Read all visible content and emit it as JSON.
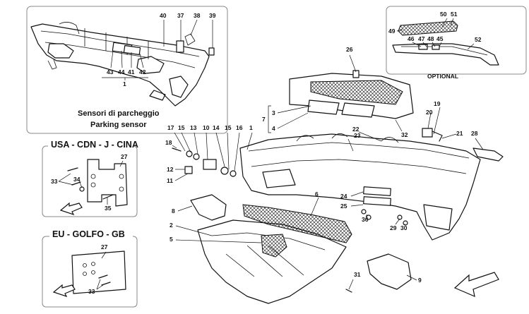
{
  "panels": {
    "parking_sensor": {
      "title_it": "Sensori di parcheggio",
      "title_en": "Parking sensor",
      "group_ref": "1"
    },
    "usa": {
      "title": "USA - CDN - J - CINA"
    },
    "eu": {
      "title": "EU - GOLFO - GB"
    },
    "optional": {
      "title": "OPTIONAL"
    }
  },
  "callouts": {
    "c1": "1",
    "c1b": "1",
    "c2": "2",
    "c3": "3",
    "c4": "4",
    "c5": "5",
    "c6": "6",
    "c7": "7",
    "c8": "8",
    "c9": "9",
    "c10": "10",
    "c11": "11",
    "c12": "12",
    "c13": "13",
    "c14": "14",
    "c15a": "15",
    "c15b": "15",
    "c16": "16",
    "c17": "17",
    "c18": "18",
    "c19": "19",
    "c20": "20",
    "c21": "21",
    "c22": "22",
    "c23": "23",
    "c24": "24",
    "c25": "25",
    "c26": "26",
    "c27a": "27",
    "c27b": "27",
    "c28": "28",
    "c29": "29",
    "c30": "30",
    "c31": "31",
    "c32": "32",
    "c33a": "33",
    "c33b": "33",
    "c34": "34",
    "c35": "35",
    "c36": "36",
    "c37": "37",
    "c38": "38",
    "c39": "39",
    "c40": "40",
    "c41": "41",
    "c42": "42",
    "c43": "43",
    "c44": "44",
    "c45": "45",
    "c46": "46",
    "c47": "47",
    "c48": "48",
    "c49": "49",
    "c50": "50",
    "c51": "51",
    "c52": "52"
  }
}
